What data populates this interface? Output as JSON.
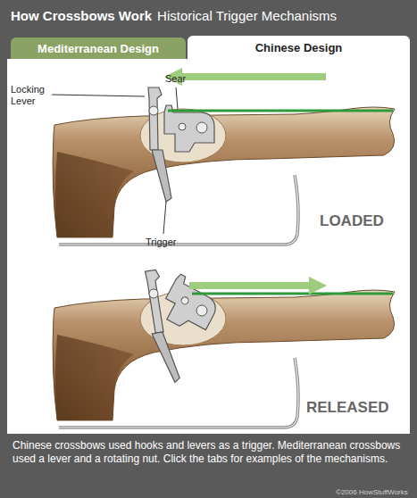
{
  "diagram": {
    "title": "How Crossbows Work",
    "caption": "Chinese crossbows used hooks and levers as a trigger. Mediterranean crossbows used a lever and a rotating nut. Click the tabs for examples of the mechanisms.",
    "nodes": [
      {
        "text": [
          "Mediterranean Design"
        ]
      },
      {
        "text": [
          "Chinese Design"
        ]
      }
    ],
    "labels": [
      "Historical Trigger Mechanisms",
      "Locking Lever",
      "Sear",
      "Trigger",
      "LOADED",
      "RELEASED",
      "©2006 HowStuffWorks"
    ]
  }
}
